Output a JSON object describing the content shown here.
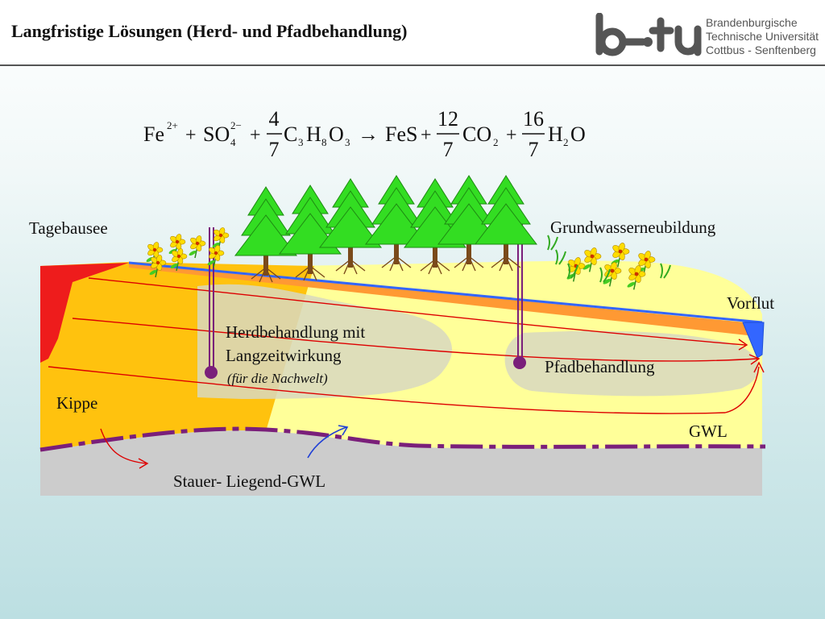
{
  "header": {
    "title": "Langfristige Lösungen (Herd- und Pfadbehandlung)",
    "logo_text": "b-tu",
    "institution_lines": [
      "Brandenburgische",
      "Technische Universität",
      "Cottbus - Senftenberg"
    ]
  },
  "equation": {
    "t1": "Fe",
    "t1_sup": "2+",
    "op1": "+",
    "t2": "SO",
    "t2_sup": "2−",
    "t2_sub": "4",
    "op2": "+",
    "f1_num": "4",
    "f1_den": "7",
    "t3_a": "C",
    "t3_a_sub": "3",
    "t3_b": "H",
    "t3_b_sub": "8",
    "t3_c": "O",
    "t3_c_sub": "3",
    "arrow": "→",
    "t4": "FeS",
    "op3": "+",
    "f2_num": "12",
    "f2_den": "7",
    "t5": "CO",
    "t5_sub": "2",
    "op4": "+",
    "f3_num": "16",
    "f3_den": "7",
    "t6_a": "H",
    "t6_a_sub": "2",
    "t6_b": "O"
  },
  "labels": {
    "tagebausee": "Tagebausee",
    "grundwasserneubildung": "Grundwasserneubildung",
    "vorflut": "Vorflut",
    "herd_line1": "Herdbehandlung mit",
    "herd_line2": "Langzeitwirkung",
    "herd_note": "(für die Nachwelt)",
    "pfad": "Pfadbehandlung",
    "kippe": "Kippe",
    "gwl": "GWL",
    "stauer": "Stauer- Liegend-GWL"
  },
  "colors": {
    "lake_red": "#ee1c1c",
    "kippe_orange": "#ffc20e",
    "aquifer_yellow": "#ffff99",
    "surface_orange": "#ff9933",
    "water_blue": "#3366ff",
    "stauer_gray": "#cccccc",
    "flow_red": "#dd0000",
    "gwl_purple": "#7a1f7a",
    "tree_green": "#33dd22",
    "treatment_zone": "#d8d8c0"
  }
}
